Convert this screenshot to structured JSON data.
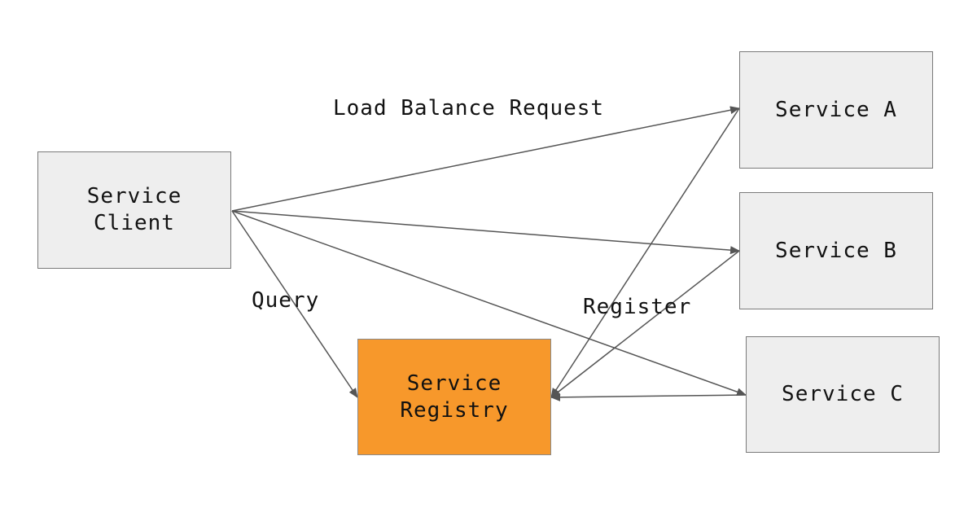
{
  "nodes": {
    "client": {
      "lines": [
        "Service",
        "Client"
      ]
    },
    "registry": {
      "lines": [
        "Service",
        "Registry"
      ]
    },
    "service_a": {
      "label": "Service A"
    },
    "service_b": {
      "label": "Service B"
    },
    "service_c": {
      "label": "Service C"
    }
  },
  "edge_labels": {
    "load_balance": "Load Balance Request",
    "query": "Query",
    "register": "Register"
  },
  "colors": {
    "node_fill": "#eeeeee",
    "registry_fill": "#f7982b",
    "border": "#7a7a7a",
    "arrow": "#555555"
  }
}
